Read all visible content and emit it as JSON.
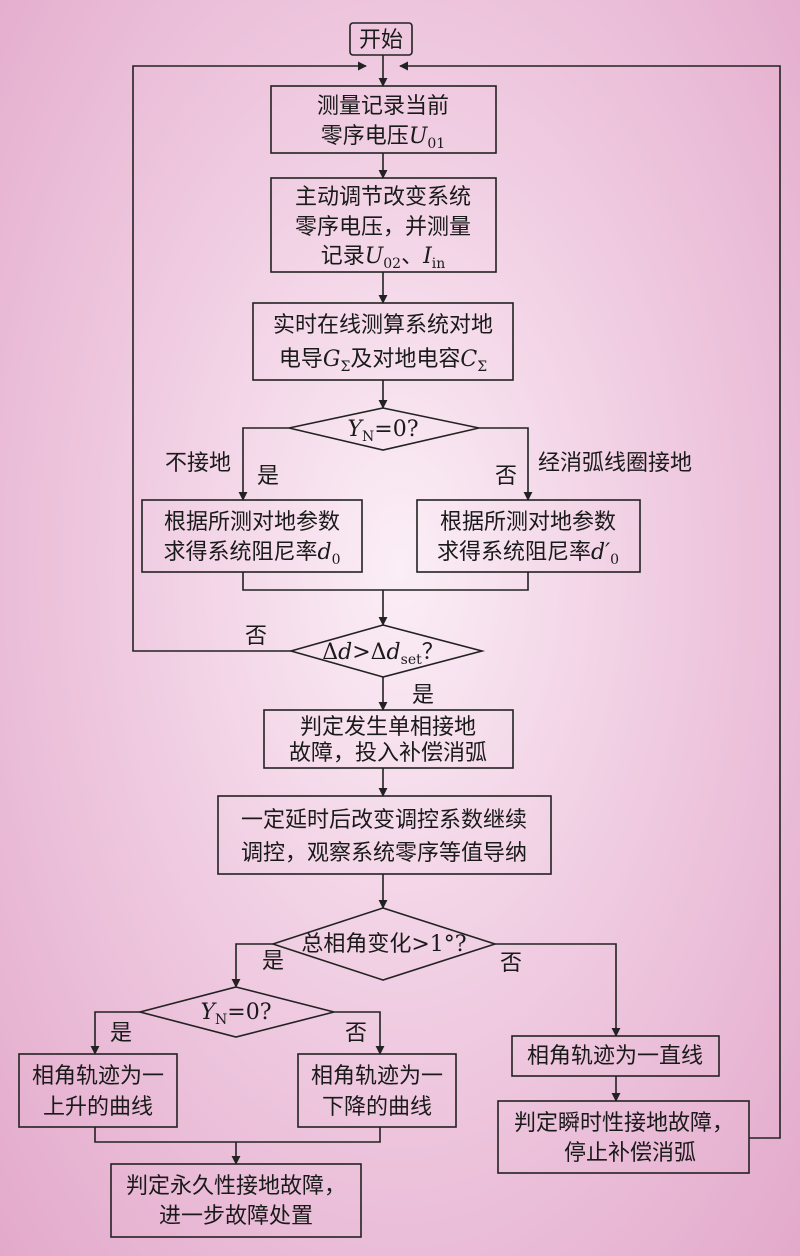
{
  "flowchart": {
    "start": "开始",
    "step1": {
      "line1": "测量记录当前",
      "line2": "零序电压",
      "var": "U",
      "sub": "01"
    },
    "step2": {
      "line1": "主动调节改变系统",
      "line2": "零序电压，并测量",
      "line3a": "记录",
      "var1": "U",
      "sub1": "02",
      "sep": "、",
      "var2": "I",
      "sub2": "in"
    },
    "step3": {
      "line1": "实时在线测算系统对地",
      "line2a": "电导",
      "var1": "G",
      "sub1": "Σ",
      "mid": "及对地电容",
      "var2": "C",
      "sub2": "Σ"
    },
    "decision1": {
      "var": "Y",
      "sub": "N",
      "rest": "=0?"
    },
    "branch_yes_label": "不接地",
    "branch_no_label": "经消弧线圈接地",
    "yes": "是",
    "no": "否",
    "damping_left": {
      "line1": "根据所测对地参数",
      "line2": "求得系统阻尼率",
      "var": "d",
      "sub": "0"
    },
    "damping_right": {
      "line1": "根据所测对地参数",
      "line2": "求得系统阻尼率",
      "var": "d′",
      "sub": "0"
    },
    "decision2": {
      "a": "Δ",
      "var": "d",
      "b": ">Δ",
      "var2": "d",
      "sub": "set",
      "q": "？"
    },
    "fault_box": {
      "line1": "判定发生单相接地",
      "line2": "故障，投入补偿消弧"
    },
    "delay_box": {
      "line1": "一定延时后改变调控系数继续",
      "line2": "调控，观察系统零序等值导纳"
    },
    "decision3": "总相角变化>1°?",
    "decision4": {
      "var": "Y",
      "sub": "N",
      "rest": "=0?"
    },
    "rise_box": {
      "line1": "相角轨迹为一",
      "line2": "上升的曲线"
    },
    "fall_box": {
      "line1": "相角轨迹为一",
      "line2": "下降的曲线"
    },
    "straight_box": "相角轨迹为一直线",
    "transient_box": {
      "line1": "判定瞬时性接地故障，",
      "line2": "停止补偿消弧"
    },
    "permanent_box": {
      "line1": "判定永久性接地故障，",
      "line2": "进一步故障处置"
    }
  }
}
